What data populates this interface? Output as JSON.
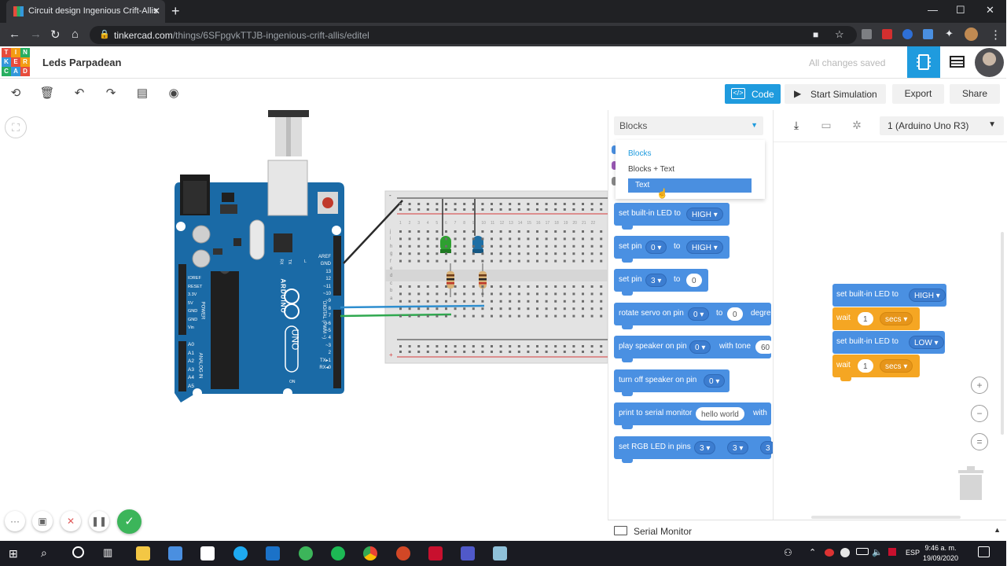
{
  "browser": {
    "tab_title": "Circuit design Ingenious Crift-Allis",
    "url_host": "tinkercad.com",
    "url_path": "/things/6SFpgvkTTJB-ingenious-crift-allis/editel"
  },
  "header": {
    "logo_letters": [
      "TIN",
      "KER",
      "CAD"
    ],
    "project_name": "Leds Parpadean",
    "status": "All changes saved"
  },
  "toolbar": {
    "code_label": "Code",
    "start_simulation_label": "Start Simulation",
    "export_label": "Export",
    "share_label": "Share"
  },
  "code_panel": {
    "mode_selected": "Blocks",
    "mode_options": [
      "Blocks",
      "Blocks + Text",
      "Text"
    ],
    "board_selected": "1 (Arduino Uno R3)",
    "palette_blocks": [
      {
        "text": "set built-in LED to",
        "args": [
          "HIGH ▾"
        ]
      },
      {
        "text": "set pin",
        "args": [
          "0 ▾",
          "to",
          "HIGH ▾"
        ]
      },
      {
        "text": "set pin",
        "args": [
          "3 ▾",
          "to",
          "0"
        ]
      },
      {
        "text": "rotate servo on pin",
        "args": [
          "0 ▾",
          "to",
          "0",
          "degre"
        ]
      },
      {
        "text": "play speaker on pin",
        "args": [
          "0 ▾",
          "with tone",
          "60"
        ]
      },
      {
        "text": "turn off speaker on pin",
        "args": [
          "0 ▾"
        ]
      },
      {
        "text": "print to serial monitor",
        "args": [
          "hello world",
          "with"
        ]
      },
      {
        "text": "set RGB LED in pins",
        "args": [
          "3 ▾",
          "3 ▾",
          "3"
        ]
      }
    ],
    "workspace_blocks": [
      {
        "text": "set built-in LED to",
        "value": "HIGH ▾"
      },
      {
        "text": "wait",
        "value": "1",
        "unit": "secs ▾"
      },
      {
        "text": "set built-in LED to",
        "value": "LOW ▾"
      },
      {
        "text": "wait",
        "value": "1",
        "unit": "secs ▾"
      }
    ],
    "serial_monitor_label": "Serial Monitor"
  },
  "board": {
    "brand": "ARDUINO",
    "model": "UNO",
    "header_labels": [
      "AREF",
      "GND",
      "13",
      "12",
      "~11",
      "~10",
      "~9",
      "8",
      "7",
      "~6",
      "~5",
      "4",
      "~3",
      "2",
      "TX▸1",
      "RX◂0"
    ],
    "power_labels": [
      "IOREF",
      "RESET",
      "3.3V",
      "5V",
      "GND",
      "GND",
      "Vin"
    ],
    "analog_labels": [
      "A0",
      "A1",
      "A2",
      "A3",
      "A4",
      "A5"
    ],
    "section_labels": {
      "digital": "DIGITAL (PWM ~)",
      "power": "POWER",
      "analog": "ANALOG IN",
      "on": "ON",
      "tx": "TX",
      "rx": "RX",
      "l": "L"
    }
  },
  "breadboard": {
    "column_labels": [
      "1",
      "2",
      "3",
      "4",
      "5",
      "6",
      "7",
      "8",
      "9",
      "10",
      "11",
      "12",
      "13",
      "14",
      "15",
      "16",
      "17",
      "18",
      "19",
      "20",
      "21",
      "22"
    ],
    "row_labels": [
      "j",
      "i",
      "h",
      "g",
      "f",
      "e",
      "d",
      "c",
      "b",
      "a"
    ],
    "rail_signs": [
      "-",
      "+"
    ]
  },
  "taskbar": {
    "time": "9:46 a. m.",
    "date": "19/09/2020",
    "lang": "ESP"
  },
  "colors": {
    "tinkercad_blue": "#1f9bde",
    "block_blue": "#4a90e2",
    "block_orange": "#f5a623",
    "arduino_board": "#1a6aa6",
    "led_green": "#2ea030",
    "led_blue": "#1e6fa5"
  }
}
